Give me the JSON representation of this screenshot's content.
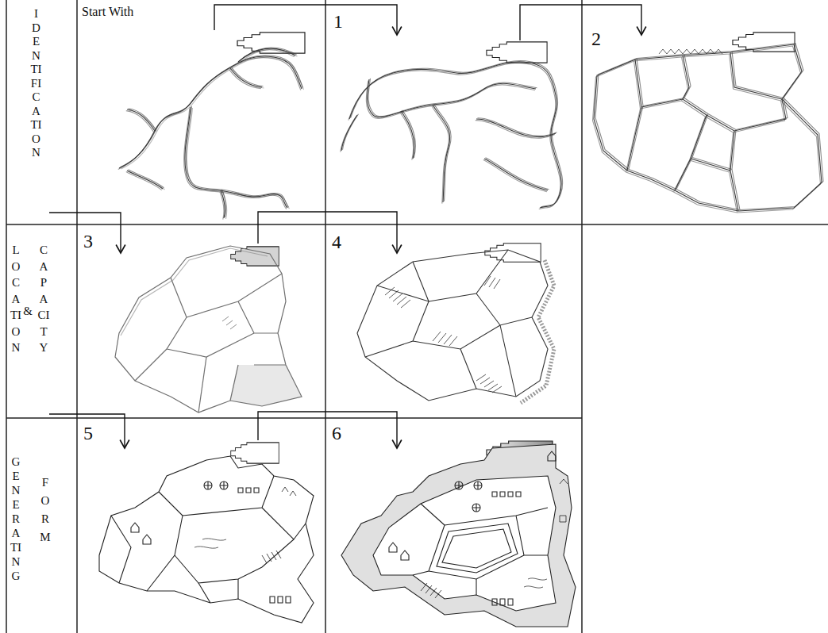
{
  "diagram": {
    "nodes": [
      {
        "text": [
          "IDENTIFICATION"
        ]
      },
      {
        "text": [
          "Start With"
        ]
      },
      {
        "text": [
          "1"
        ]
      },
      {
        "text": [
          "2"
        ]
      },
      {
        "text": [
          "LOCATION",
          "&",
          "CAPACITY"
        ]
      },
      {
        "text": [
          "3"
        ]
      },
      {
        "text": [
          "4"
        ]
      },
      {
        "text": [
          "GENERATING",
          "FORM"
        ]
      },
      {
        "text": [
          "5"
        ]
      },
      {
        "text": [
          "6"
        ]
      }
    ],
    "edges": [
      {
        "from": 1,
        "to": 2,
        "arrow": "to"
      },
      {
        "from": 2,
        "to": 3,
        "arrow": "to"
      },
      {
        "from": 0,
        "to": 5,
        "arrow": "to"
      },
      {
        "from": 5,
        "to": 6,
        "arrow": "to"
      },
      {
        "from": 4,
        "to": 8,
        "arrow": "to"
      },
      {
        "from": 8,
        "to": 9,
        "arrow": "to"
      }
    ]
  }
}
